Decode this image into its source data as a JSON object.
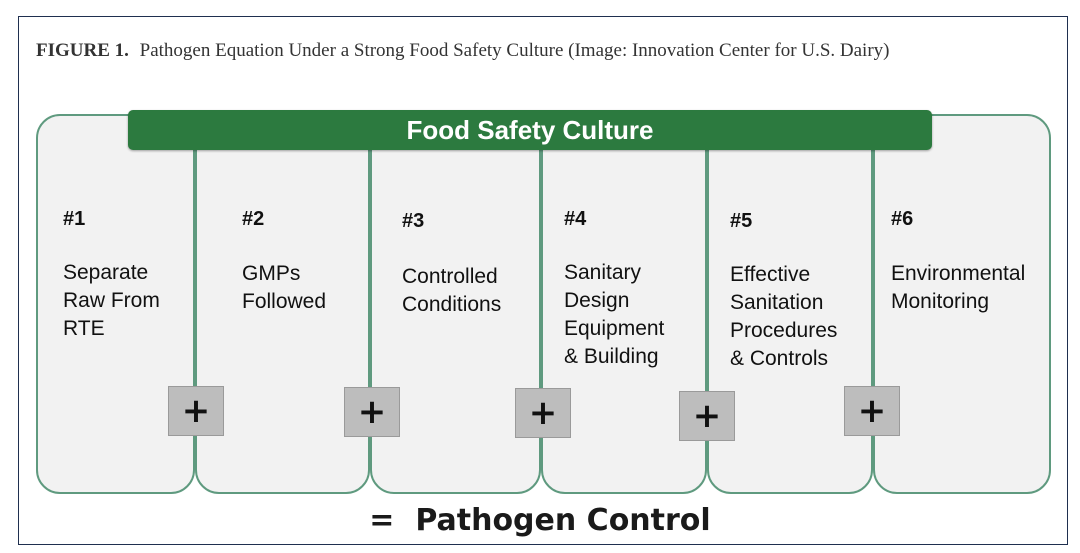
{
  "figure": {
    "label": "FIGURE 1.",
    "caption": "Pathogen Equation Under a Strong Food Safety Culture (Image: Innovation Center for U.S. Dairy)"
  },
  "banner": {
    "title": "Food Safety Culture",
    "color": "#2c7a3f"
  },
  "panels": [
    {
      "number": "#1",
      "text": "Separate\nRaw From\nRTE"
    },
    {
      "number": "#2",
      "text": "GMPs\nFollowed"
    },
    {
      "number": "#3",
      "text": "Controlled\nConditions"
    },
    {
      "number": "#4",
      "text": "Sanitary\nDesign\nEquipment\n& Building"
    },
    {
      "number": "#5",
      "text": "Effective\nSanitation\nProcedures\n& Controls"
    },
    {
      "number": "#6",
      "text": "Environmental\nMonitoring"
    }
  ],
  "operators": {
    "plus": "+",
    "plus_icon": "plus-icon"
  },
  "result": {
    "text": "=  Pathogen Control"
  },
  "colors": {
    "panel_border": "#5f9a7f",
    "panel_fill": "#f2f2f2",
    "plus_box": "#bdbdbd"
  }
}
